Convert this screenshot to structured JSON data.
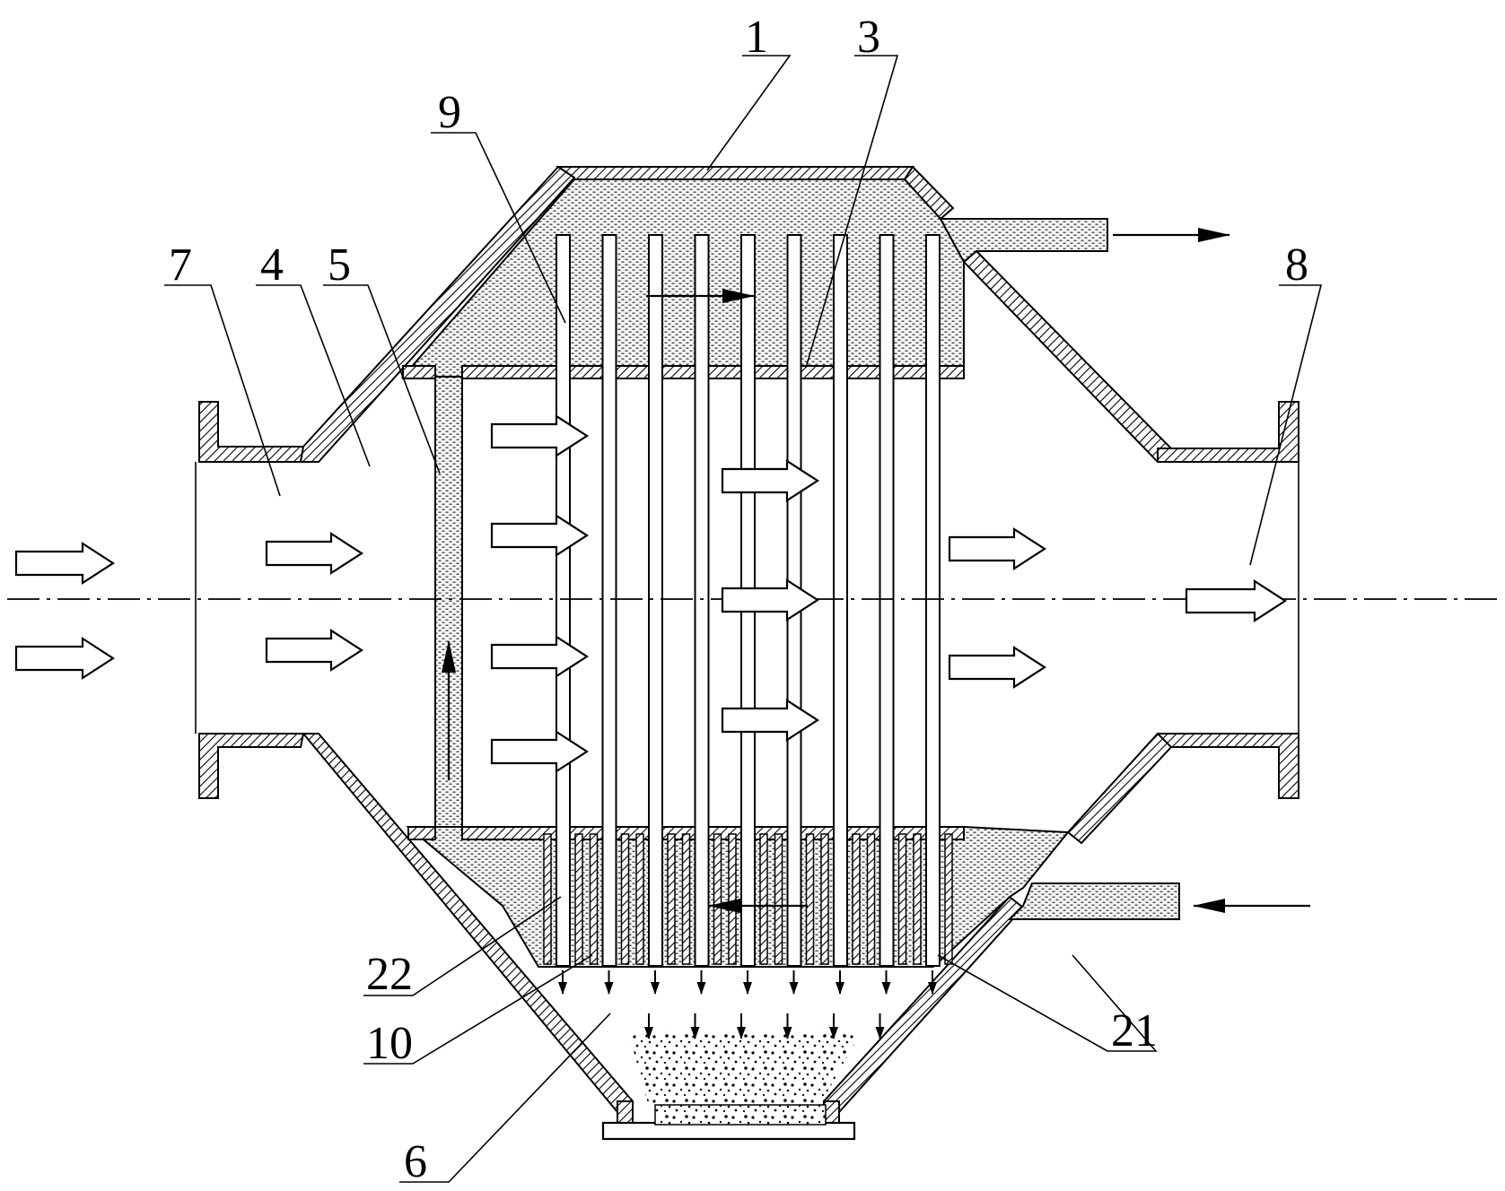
{
  "diagram": {
    "callouts": {
      "c1": "1",
      "c3": "3",
      "c4": "4",
      "c5": "5",
      "c6": "6",
      "c7": "7",
      "c8": "8",
      "c9": "9",
      "c10": "10",
      "c21": "21",
      "c22": "22"
    },
    "tube_count": 9,
    "colors": {
      "stroke": "#000000",
      "background": "#ffffff"
    }
  }
}
